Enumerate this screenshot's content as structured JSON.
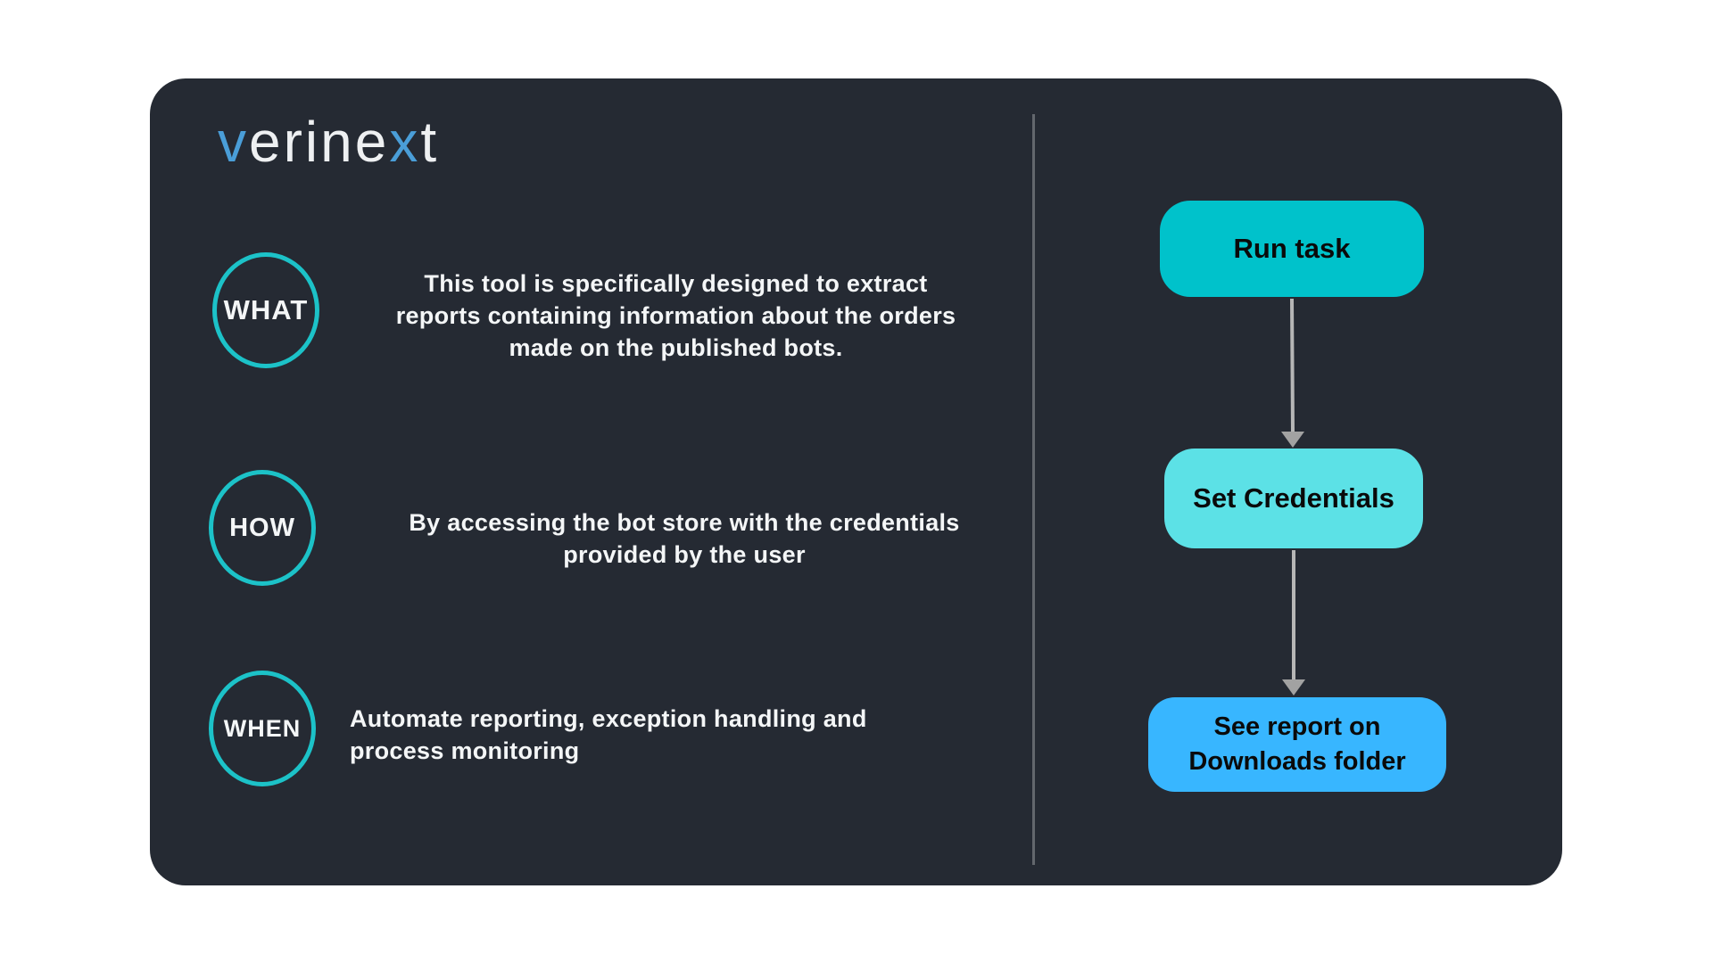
{
  "colors": {
    "page_bg": "#ffffff",
    "card_bg": "#252a33",
    "circle_stroke": "#1cc2c8",
    "divider": "#63676d",
    "text_light": "#f4f6f7",
    "logo_blue": "#4a9ed8",
    "logo_white": "#eef0f2",
    "arrow_line": "#b6b6b6",
    "arrow_head": "#a2a2a2",
    "step1_bg": "#00c2cb",
    "step2_bg": "#5ce1e6",
    "step3_bg": "#38b6ff",
    "step_text": "#0a0a0a"
  },
  "logo": {
    "part1": "v",
    "part2": "erine",
    "part3": "x",
    "part4": "t"
  },
  "sections": [
    {
      "label": "WHAT",
      "lines": [
        "This tool is specifically designed to extract",
        "reports containing information about the orders",
        "made on the published bots."
      ]
    },
    {
      "label": "HOW",
      "lines": [
        "By accessing the bot store with the credentials",
        "provided by the user"
      ]
    },
    {
      "label": "WHEN",
      "lines": [
        "Automate reporting, exception handling and",
        "process monitoring"
      ]
    }
  ],
  "flow": {
    "steps": [
      {
        "lines": [
          "Run task"
        ]
      },
      {
        "lines": [
          "Set Credentials"
        ]
      },
      {
        "lines": [
          "See report on",
          "Downloads folder"
        ]
      }
    ]
  }
}
